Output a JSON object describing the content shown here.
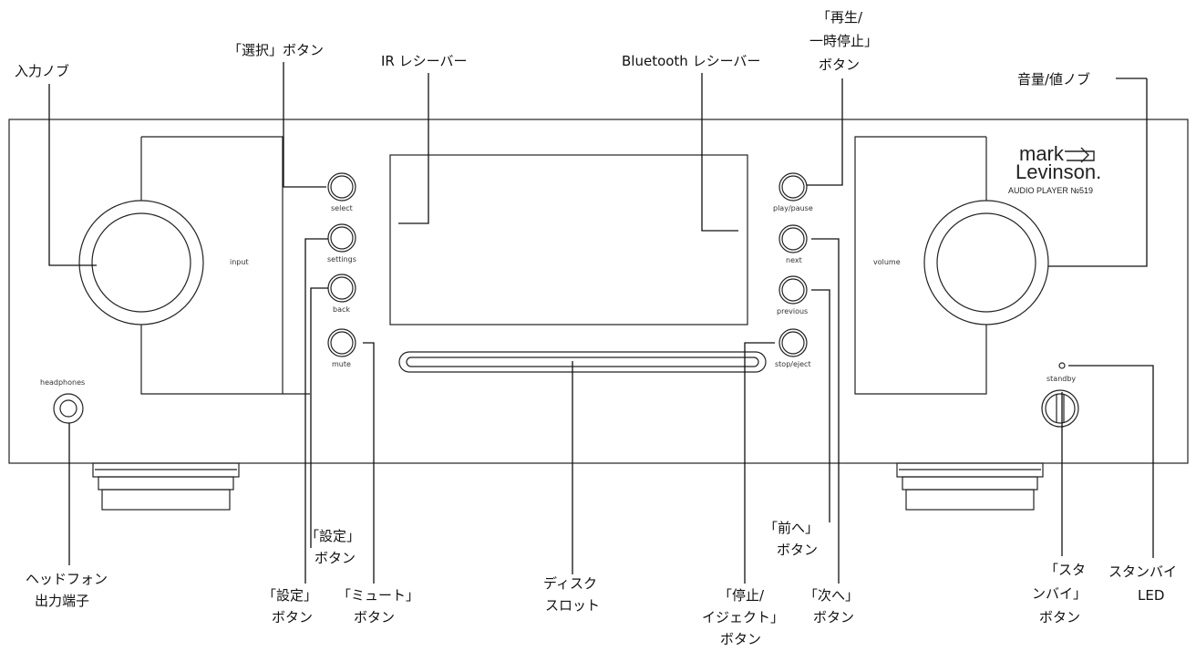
{
  "brand": {
    "line1": "mark",
    "line2": "Levinson.",
    "model": "AUDIO PLAYER №519"
  },
  "panel_labels": {
    "input": "input",
    "volume": "volume",
    "headphones": "headphones",
    "standby": "standby",
    "select": "select",
    "settings": "settings",
    "back": "back",
    "mute": "mute",
    "play_pause": "play/pause",
    "next": "next",
    "previous": "previous",
    "stop_eject": "stop/eject"
  },
  "callouts": {
    "input_knob": "入力ノブ",
    "select_button": "「選択」ボタン",
    "ir_receiver": "IR レシーバー",
    "bluetooth_receiver": "Bluetooth レシーバー",
    "play_pause_1": "「再生/",
    "play_pause_2": "一時停止」",
    "play_pause_3": "ボタン",
    "volume_knob": "音量/値ノブ",
    "headphone_1": "ヘッドフォン",
    "headphone_2": "出力端子",
    "settings_a_1": "「設定」",
    "settings_a_2": "ボタン",
    "settings_b_1": "「設定」",
    "settings_b_2": "ボタン",
    "mute_1": "「ミュート」",
    "mute_2": "ボタン",
    "disc_1": "ディスク",
    "disc_2": "スロット",
    "stop_1": "「停止/",
    "stop_2": "イジェクト」",
    "stop_3": "ボタン",
    "previous_1": "「前へ」",
    "previous_2": "ボタン",
    "next_1": "「次へ」",
    "next_2": "ボタン",
    "standby_btn_1": "「スタ",
    "standby_btn_2": "ンバイ」",
    "standby_btn_3": "ボタン",
    "standby_led_1": "スタンバイ",
    "standby_led_2": "LED"
  },
  "colors": {
    "line": "#111111",
    "panel_fill": "#ffffff"
  }
}
